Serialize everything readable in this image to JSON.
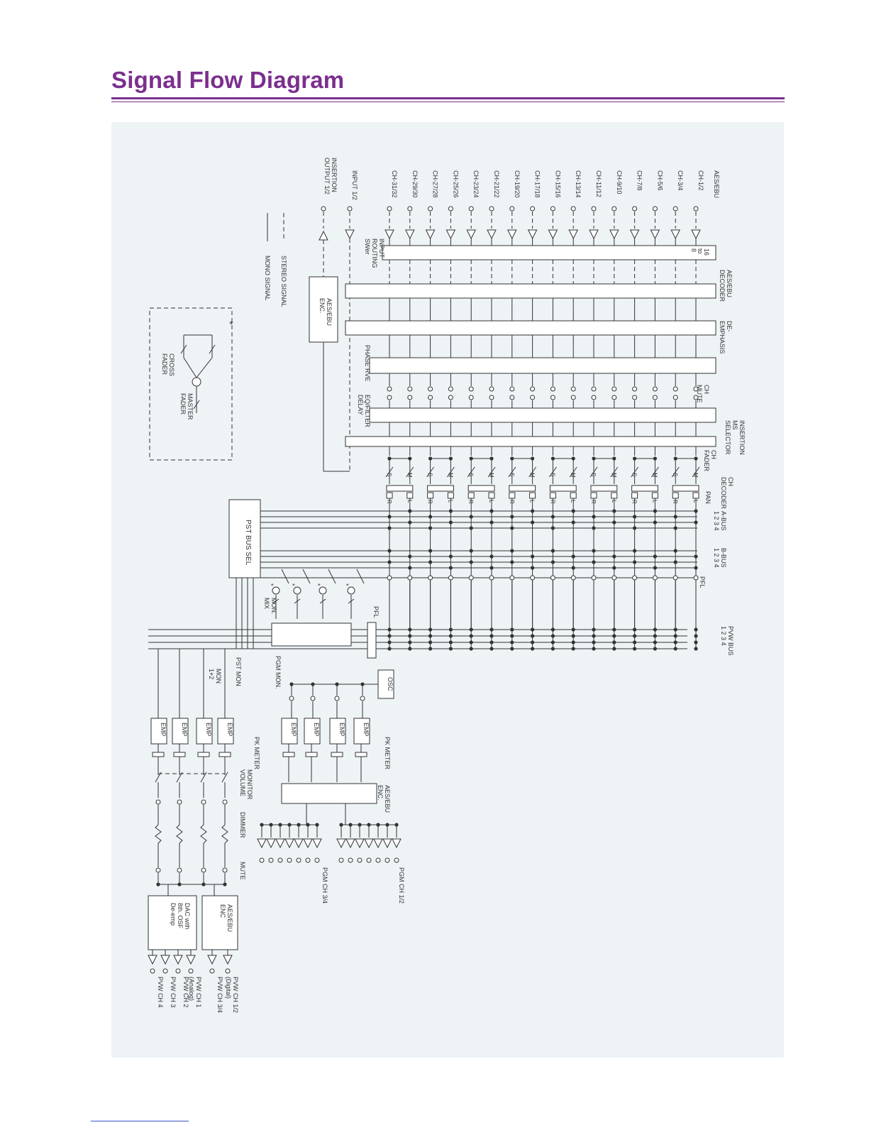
{
  "page": {
    "title": "Signal Flow Diagram",
    "colors": {
      "title": "#7b2f8e",
      "panel": "#eef3f6",
      "line": "#333333"
    }
  },
  "diagram": {
    "input_header": "AES/EBU",
    "channels": [
      "CH-1/2",
      "CH-3/4",
      "CH-5/6",
      "CH-7/8",
      "CH-9/10",
      "CH-11/12",
      "CH-13/14",
      "CH-15/16",
      "CH-17/18",
      "CH-19/20",
      "CH-21/22",
      "CH-23/24",
      "CH-25/26",
      "CH-27/28",
      "CH-29/30",
      "CH-31/32"
    ],
    "input_12": "INPUT 1/2",
    "insertion_output": [
      "INSERTION",
      "OUTPUT 1/2"
    ],
    "legend": {
      "stereo": "STEREO SIGNAL",
      "mono": "MONO SIGNAL"
    },
    "router_value": [
      "16",
      "to",
      "8"
    ],
    "input_routing": [
      "INPUT",
      "ROUTING",
      "SWer"
    ],
    "aes_ebu_decoder": [
      "AES/EBU",
      "DECODER"
    ],
    "de_emphasis": [
      "DE-",
      "EMPHASIS"
    ],
    "aes_ebu_enc": [
      "AES/EBU",
      "ENC."
    ],
    "phase_rvs": "PHASE RVE",
    "ch_mute": [
      "CH",
      "MUTE"
    ],
    "eq_filter_delay": [
      "EQ/FILTER",
      "DELAY"
    ],
    "insertion_ms_selector": [
      "INSERTION",
      "MS",
      "SELECTOR"
    ],
    "ch_fader": [
      "CH",
      "FADER"
    ],
    "ch_ms_decoder": [
      "CH",
      "DECODER"
    ],
    "pan": "PAN",
    "a_bus": [
      "A-BUS",
      "1 2 3 4"
    ],
    "b_bus": [
      "B-BUS",
      "1 2 3 4"
    ],
    "pfl": "PFL",
    "pvw_bus": [
      "PVW BUS",
      "1 2 3 4"
    ],
    "pst_bus_sel": "PST BUS SEL",
    "mon_mix": [
      "MON.",
      "MIX"
    ],
    "pgm_mon": "PGM MON.",
    "pst_mon": "PST MON",
    "mon_12": [
      "MON",
      "1+2"
    ],
    "osc": "OSC",
    "emp": "EMP",
    "pk_meter": "PK METER",
    "monitor_volume": [
      "MONITOR",
      "VOLUME"
    ],
    "dimmer": "DIMMER",
    "mute": "MUTE",
    "aes_ebu_enc_pgm": [
      "AES/EBU",
      "ENC."
    ],
    "pgm_ch_12": "PGM CH 1/2",
    "pgm_ch_34": "PGM CH 3/4",
    "aes_ebu_enc_pvw": [
      "AES/EBU",
      "ENC"
    ],
    "dac": [
      "DAC with",
      "8th. OSF",
      "De-emp"
    ],
    "pvw_ch_12": [
      "PVW CH 1/2",
      "(Digital)"
    ],
    "pvw_ch_34": "PVW CH 3/4",
    "pvw_ch_1": [
      "PVW CH 1",
      "(Analog)"
    ],
    "pvw_ch_2": "PVW CH 2",
    "pvw_ch_3": "PVW CH 3",
    "pvw_ch_4": "PVW CH 4",
    "inset_star": "*",
    "cross_fader": [
      "CROSS",
      "FADER"
    ],
    "master_fader": [
      "MASTER",
      "FADER"
    ],
    "fader_star": "*"
  }
}
